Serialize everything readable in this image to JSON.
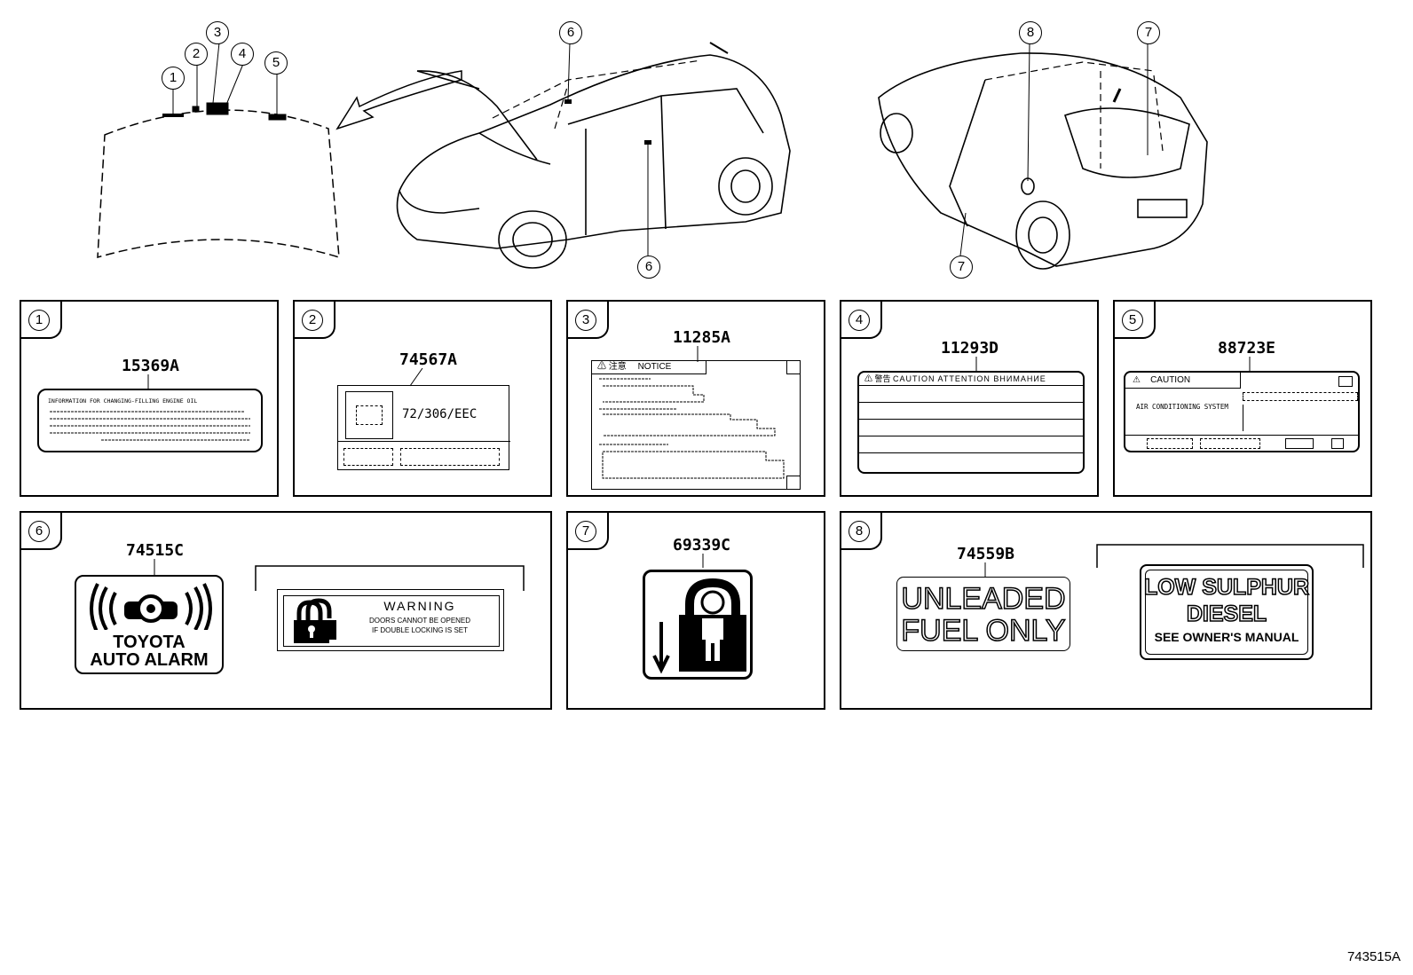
{
  "diagram_id": "743515A",
  "callouts": [
    "1",
    "2",
    "3",
    "4",
    "5",
    "6",
    "6",
    "7",
    "7",
    "8"
  ],
  "panels": [
    {
      "num": "1",
      "part": "15369A",
      "text": "INFORMATION FOR CHANGING-FILLING ENGINE OIL"
    },
    {
      "num": "2",
      "part": "74567A",
      "text": "72/306/EEC"
    },
    {
      "num": "3",
      "part": "11285A",
      "text": "NOTICE"
    },
    {
      "num": "4",
      "part": "11293D",
      "text": "CAUTION ATTENTION ВНИМАНИЕ"
    },
    {
      "num": "5",
      "part": "88723E",
      "text": "CAUTION",
      "text2": "AIR CONDITIONING SYSTEM"
    },
    {
      "num": "6",
      "part": "74515C",
      "text": "TOYOTA",
      "text2": "AUTO ALARM",
      "warn_title": "WARNING",
      "warn_line1": "DOORS CANNOT BE OPENED",
      "warn_line2": "IF DOUBLE LOCKING IS SET"
    },
    {
      "num": "7",
      "part": "69339C"
    },
    {
      "num": "8",
      "part": "74559B",
      "text": "UNLEADED",
      "text2": "FUEL ONLY",
      "diesel1": "LOW SULPHUR",
      "diesel2": "DIESEL",
      "diesel3": "SEE OWNER'S MANUAL"
    }
  ]
}
